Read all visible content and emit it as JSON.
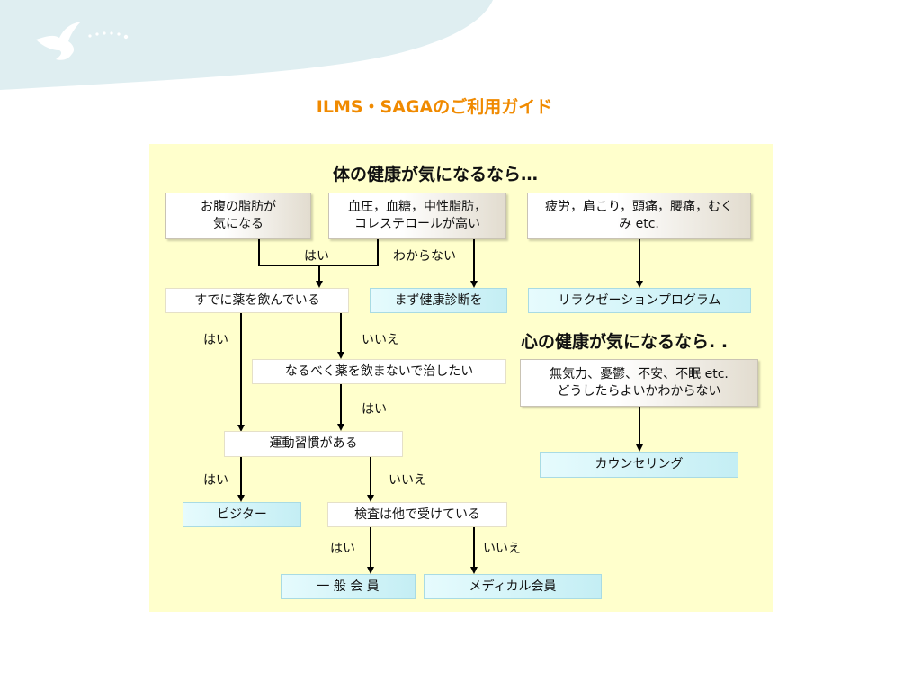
{
  "title": "ILMS・SAGAのご利用ガイド",
  "body_section": {
    "heading": "体の健康が気になるなら…",
    "boxes": {
      "belly_fat": "お腹の脂肪が\n気になる",
      "blood": "血圧，血糖，中性脂肪，\nコレステロールが高い",
      "fatigue": "疲労，肩こり，頭痛，腰痛，むく\nみ etc.",
      "taking_medicine": "すでに薬を飲んでいる",
      "checkup_first": "まず健康診断を",
      "relaxation": "リラクゼーションプログラム",
      "no_medicine": "なるべく薬を飲まないで治したい",
      "exercise_habit": "運動習慣がある",
      "visitor": "ビジター",
      "checkup_elsewhere": "検査は他で受けている",
      "general_member": "一 般 会 員",
      "medical_member": "メディカル会員"
    },
    "labels": {
      "yes_merge": "はい",
      "unknown": "わからない",
      "yes_medicine": "はい",
      "no_medicine": "いいえ",
      "yes_no_medicine": "はい",
      "yes_exercise": "はい",
      "no_exercise": "いいえ",
      "yes_checkup": "はい",
      "no_checkup": "いいえ"
    }
  },
  "mind_section": {
    "heading": "心の健康が気になるなら. .",
    "boxes": {
      "symptoms": "無気力、憂鬱、不安、不眠 etc.\nどうしたらよいかわからない",
      "counseling": "カウンセリング"
    }
  },
  "colors": {
    "title": "#f08a00",
    "panel": "#ffffcc",
    "header_wave": "#dfeef1",
    "bird": "#ffffff"
  },
  "icons": {
    "header": "dove-icon"
  }
}
